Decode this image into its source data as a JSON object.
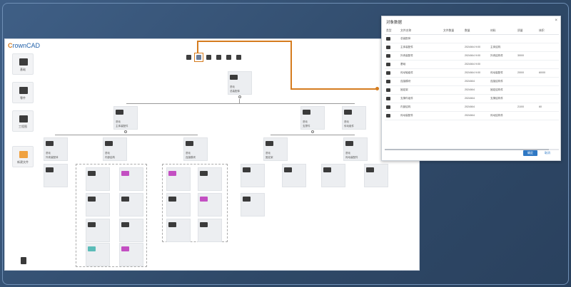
{
  "app": {
    "logo_first": "C",
    "logo_rest": "rownCAD",
    "sidebar": [
      {
        "label": "基础"
      },
      {
        "label": "零件"
      },
      {
        "label": "工程图"
      },
      {
        "label": "新建文件"
      }
    ]
  },
  "tree": {
    "root": {
      "sub": "基础",
      "name": "总装配体"
    },
    "level1": [
      {
        "sub": "基础",
        "name": "主体装配件"
      },
      {
        "sub": "基础",
        "name": "支撑件"
      },
      {
        "sub": "基础",
        "name": "传动组件"
      }
    ],
    "level2": [
      {
        "sub": "基础",
        "name": "外壳装配体"
      },
      {
        "sub": "基础",
        "name": "内部结构"
      },
      {
        "sub": "基础",
        "name": "连接模块"
      },
      {
        "sub": "基础",
        "name": "固定架"
      },
      {
        "sub": "基础",
        "name": "传动装配件"
      }
    ]
  },
  "dialog": {
    "title": "对象数据",
    "close": "×",
    "headers": [
      "类型",
      "文件名称",
      "文件数量",
      "数量",
      "材料",
      "质量",
      "体积"
    ],
    "rows": [
      [
        "",
        "总装配体",
        "",
        "",
        "",
        "",
        ""
      ],
      [
        "",
        "主体装配件",
        "",
        "2024/6/4 9:00",
        "主体结构",
        "",
        ""
      ],
      [
        "",
        "外壳装配件",
        "",
        "2024/6/4 9:00",
        "外壳结构件",
        "300/0",
        ""
      ],
      [
        "",
        "基础",
        "",
        "2024/6/4 9:00",
        "",
        "",
        ""
      ],
      [
        "",
        "传动轴组件",
        "",
        "2024/6/4 9:00",
        "传动装配件",
        "200/0",
        "60/00"
      ],
      [
        "",
        "连接模块",
        "",
        "2024/6/4",
        "连接结构件",
        "",
        ""
      ],
      [
        "",
        "固定架",
        "",
        "2024/6/4",
        "固定结构件",
        "",
        ""
      ],
      [
        "",
        "支撑件组件",
        "",
        "2024/6/4",
        "支撑结构件",
        "",
        ""
      ],
      [
        "",
        "内部结构",
        "",
        "2024/6/4",
        "",
        "210/0",
        "60"
      ],
      [
        "",
        "传动装配件",
        "",
        "2024/6/4",
        "传动结构件",
        "",
        ""
      ]
    ],
    "ok": "确定",
    "cancel": "取消"
  }
}
